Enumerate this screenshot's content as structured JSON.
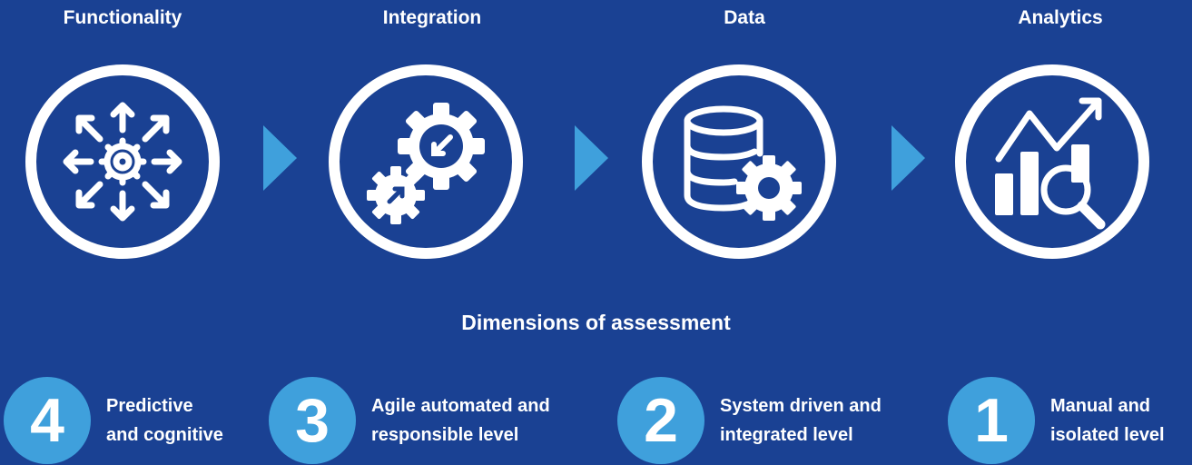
{
  "dimensions": [
    {
      "label": "Functionality",
      "icon": "arrows-gear-icon"
    },
    {
      "label": "Integration",
      "icon": "gears-icon"
    },
    {
      "label": "Data",
      "icon": "database-gear-icon"
    },
    {
      "label": "Analytics",
      "icon": "chart-magnifier-icon"
    }
  ],
  "section_title": "Dimensions of assessment",
  "levels": [
    {
      "number": "4",
      "line1": "Predictive",
      "line2": "and cognitive"
    },
    {
      "number": "3",
      "line1": "Agile automated and",
      "line2": "responsible level"
    },
    {
      "number": "2",
      "line1": "System driven and",
      "line2": "integrated level"
    },
    {
      "number": "1",
      "line1": "Manual and",
      "line2": "isolated level"
    }
  ],
  "colors": {
    "background": "#1a4193",
    "accent": "#3fa0dc",
    "foreground": "#ffffff"
  }
}
